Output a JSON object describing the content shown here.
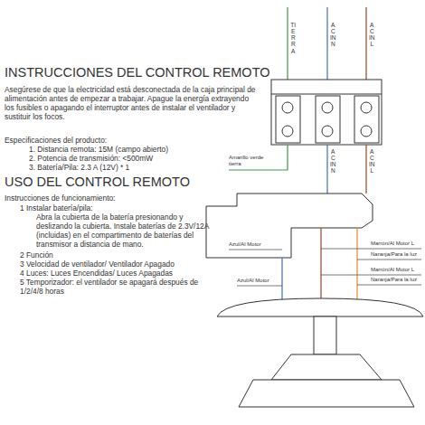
{
  "diagram": {
    "title": "INSTRUCCIONES DEL CONTROL REMOTO",
    "labels": [
      "TIERRA",
      "AC IN N",
      "AC IN L",
      "Asegúrese de que la electricidad está desconectada de la caja principal de alimentación antes de empezar a trabajar. Apague la energía extrayendo los fusibles o apagando el interruptor antes de instalar el ventilador y sustituir los focos.",
      "Especificaciones del producto:",
      "1. Distancia remota: 15M (campo abierto)",
      "2. Potencia de transmisión: <500mW",
      "3. Batería/Pila: 2.3 A (12V) * 1",
      "USO DEL CONTROL REMOTO",
      "Instrucciones de funcionamiento:",
      "1 Instalar batería/pila:",
      "Abra la cubierta de la batería presionando y deslizando la cubierta. Instale baterías de 2.3V/12A (incluidas) en el compartimento de baterías del transmisor a distancia de mano.",
      "2 Función",
      "3 Velocidad de ventilador/ Ventilador Apagado",
      "4 Luces: Luces Encendidas/ Luces Apagadas",
      "5 Temporizador: el ventilador se apagará después de 1/2/4/8 horas",
      "Amarillo verde tierra",
      "AC IN N",
      "AC IN L",
      "Azul/Al Motor",
      "Marrón/Al Motor L",
      "Naranja/Para la luz",
      "Marrón/Al Motor L",
      "Naranja/Para la luz",
      "Azul/Al Motor"
    ]
  }
}
